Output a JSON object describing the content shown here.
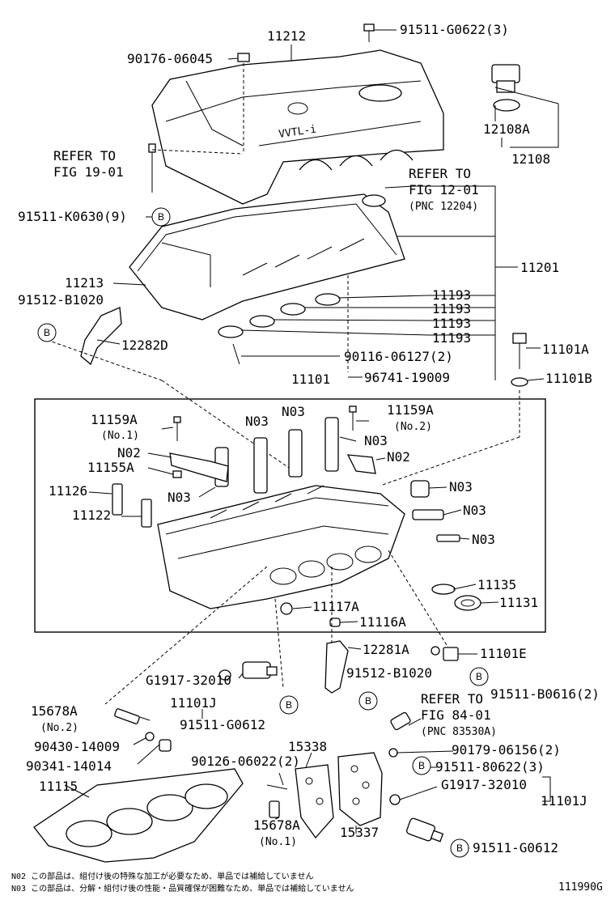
{
  "figure_id": "111990G",
  "references": {
    "fig_19_01": [
      "REFER TO",
      "FIG 19-01"
    ],
    "fig_12_01": [
      "REFER TO",
      "FIG 12-01",
      "(PNC 12204)"
    ],
    "fig_84_01": [
      "REFER TO",
      "FIG 84-01",
      "(PNC 83530A)"
    ]
  },
  "cover_logo": "VVTL-i",
  "callout_letter": "B",
  "labels": {
    "p11212": "11212",
    "p91511_G0622_3": "91511-G0622(3)",
    "p90176_06045": "90176-06045",
    "p12108A": "12108A",
    "p12108": "12108",
    "p91511_K0630_9": "91511-K0630(9)",
    "p11201": "11201",
    "p11213": "11213",
    "p91512_B1020_a": "91512-B1020",
    "p11193_1": "11193",
    "p11193_2": "11193",
    "p11193_3": "11193",
    "p11193_4": "11193",
    "p12282D": "12282D",
    "p90116_06127_2": "90116-06127(2)",
    "p11101A": "11101A",
    "p11101": "11101",
    "p96741_19009": "96741-19009",
    "p11101B": "11101B",
    "p11159A_1": "11159A",
    "p11159A_1_sub": "(No.1)",
    "p11159A_2": "11159A",
    "p11159A_2_sub": "(No.2)",
    "n03_a": "N03",
    "n03_b": "N03",
    "n03_c": "N03",
    "n02_a": "N02",
    "n02_b": "N02",
    "p11155A": "11155A",
    "p11126": "11126",
    "p11122": "11122",
    "n03_d": "N03",
    "n03_e": "N03",
    "n03_f": "N03",
    "n03_g": "N03",
    "p11135": "11135",
    "p11131": "11131",
    "p11117A": "11117A",
    "p11116A": "11116A",
    "p12281A": "12281A",
    "p11101E": "11101E",
    "p91512_B1020_b": "91512-B1020",
    "p91511_B0616_2": "91511-B0616(2)",
    "pG1917_32010_a": "G1917-32010",
    "p11101J_a": "11101J",
    "p91511_G0612_a": "91511-G0612",
    "p15678A_a": "15678A",
    "p15678A_a_sub": "(No.2)",
    "p90430_14009": "90430-14009",
    "p90341_14014": "90341-14014",
    "p15338": "15338",
    "p90179_06156_2": "90179-06156(2)",
    "p91511_80622_3": "91511-80622(3)",
    "pG1917_32010_b": "G1917-32010",
    "p11101J_b": "11101J",
    "p11115": "11115",
    "p90126_06022_2": "90126-06022(2)",
    "p15678A_b": "15678A",
    "p15678A_b_sub": "(No.1)",
    "p15337": "15337",
    "p91511_G0612_b": "91511-G0612"
  },
  "footnotes": {
    "n02": "N02  この部品は、組付け後の特殊な加工が必要なため、単品では補給していません",
    "n03": "N03  この部品は、分解・組付け後の性能・品質確保が困難なため、単品では補給していません"
  }
}
